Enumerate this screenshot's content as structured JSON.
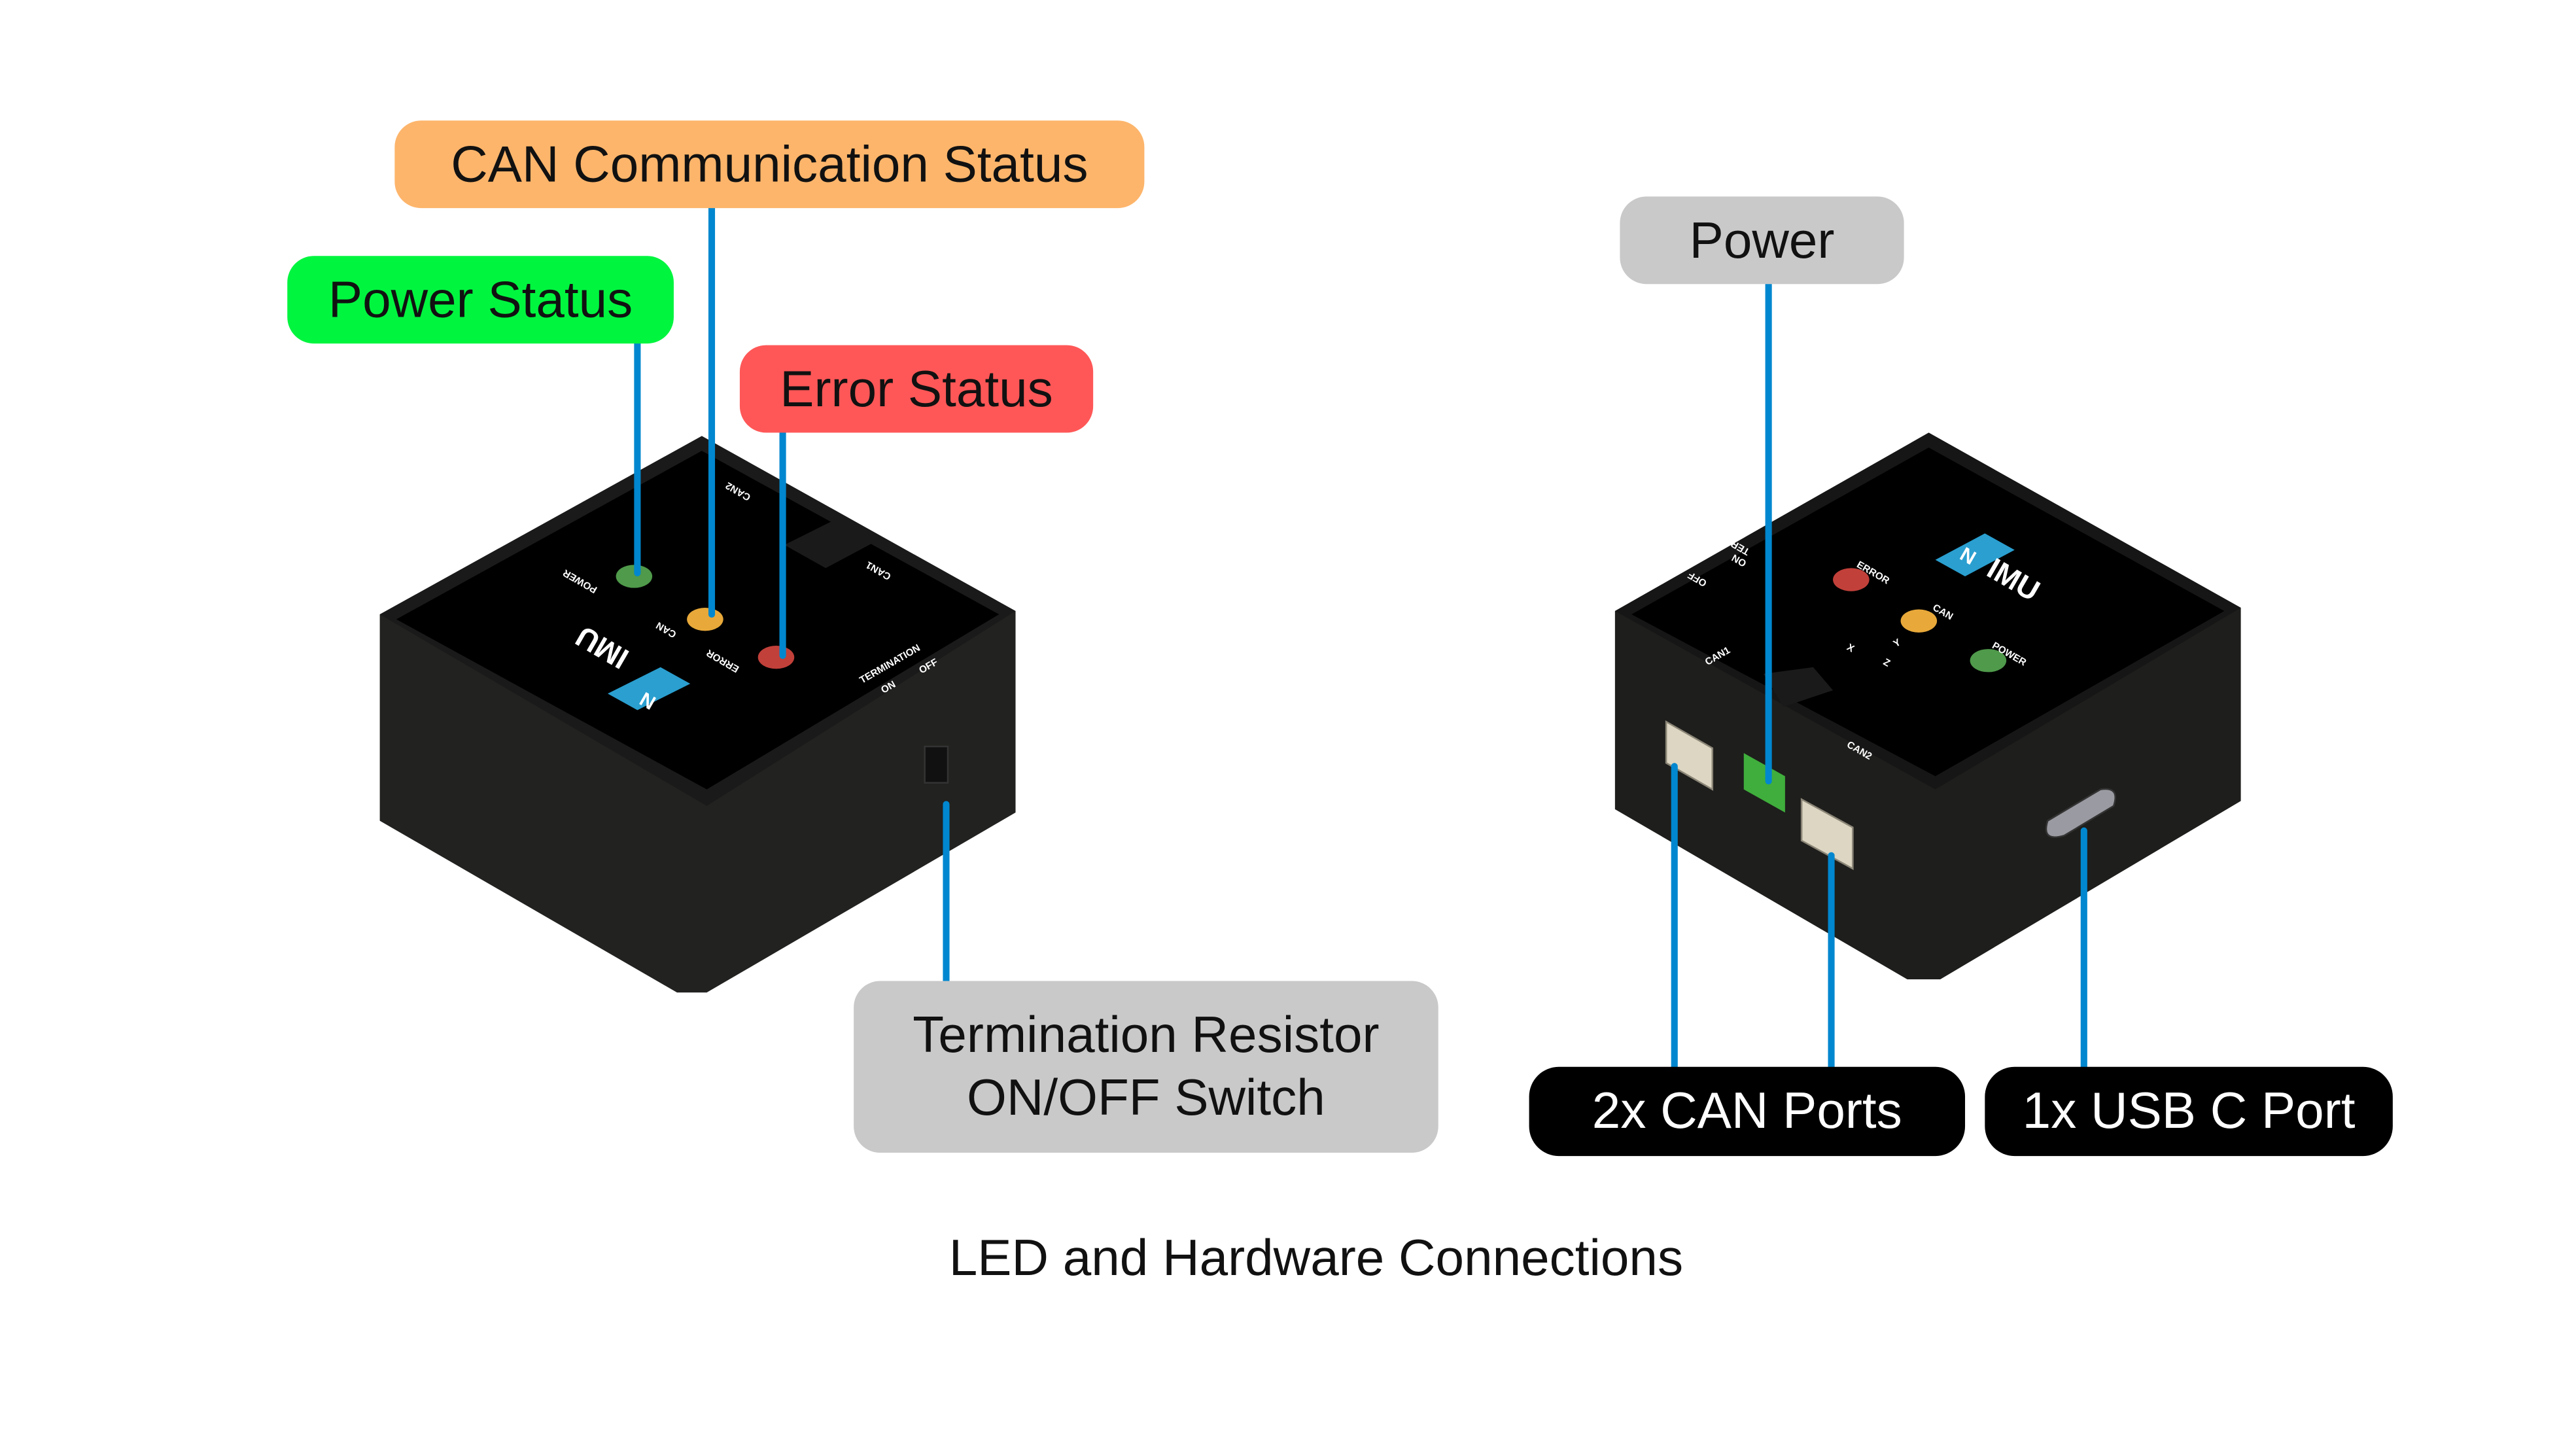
{
  "labels": {
    "can_status": "CAN Communication Status",
    "power_status": "Power Status",
    "error_status": "Error Status",
    "termination_line1": "Termination Resistor",
    "termination_line2": "ON/OFF Switch",
    "power": "Power",
    "can_ports": "2x CAN Ports",
    "usb_port": "1x USB C Port"
  },
  "caption": "LED and Hardware Connections",
  "device_markings": {
    "power": "POWER",
    "can": "CAN",
    "error": "ERROR",
    "can1": "CAN1",
    "can2": "CAN2",
    "termination": "TERMINATION",
    "on": "ON",
    "off": "OFF",
    "logo_letter": "N",
    "logo_text": "IMU",
    "axis_x": "X",
    "axis_y": "Y",
    "axis_z": "Z"
  },
  "colors": {
    "can_status": "#fdb56b",
    "power_status": "#00f53f",
    "error_status": "#ff5757",
    "neutral": "#c9c9c9",
    "connector_line": "#0087cf",
    "led_power": "#4f9a4b",
    "led_can": "#e8a93a",
    "led_error": "#c2403a",
    "logo": "#2a9fd0"
  }
}
